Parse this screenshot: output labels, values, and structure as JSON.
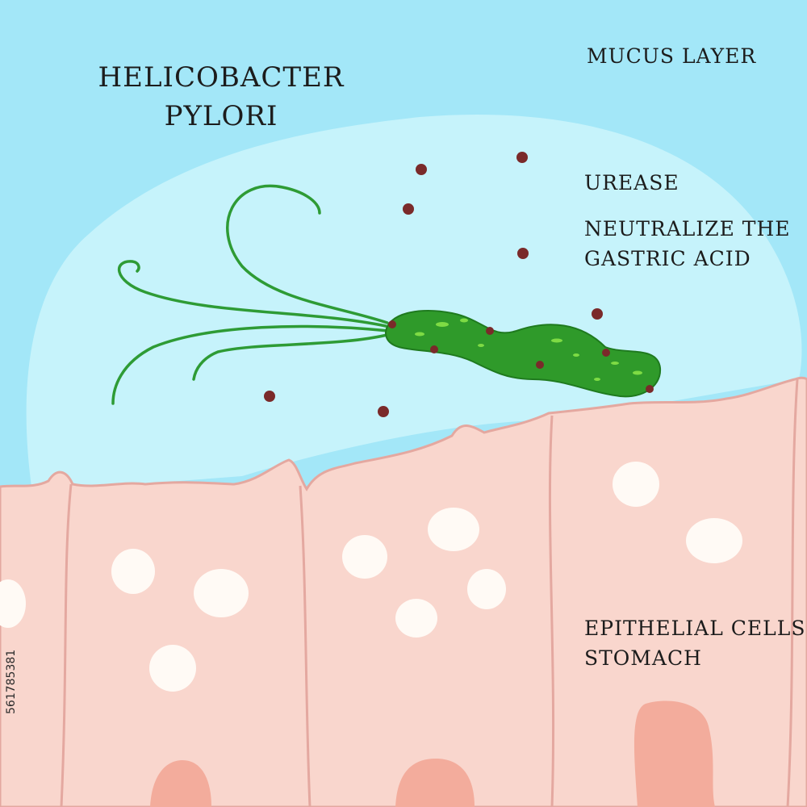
{
  "title": {
    "line1": "HELICOBACTER",
    "line2": "PYLORI"
  },
  "labels": {
    "mucus_layer": "MUCUS LAYER",
    "urease": "UREASE",
    "neutralize_line1": "NEUTRALIZE THE",
    "neutralize_line2": "GASTRIC ACID",
    "epithelial_line1": "EPITHELIAL CELLS",
    "epithelial_line2": "STOMACH"
  },
  "stock_id": "561785381",
  "colors": {
    "background": "#a3e7f8",
    "mucus_blob": "#c6f3fb",
    "tissue": "#f9d6cd",
    "tissue_outline": "#e4a8a0",
    "bacterium": "#2f9a2a",
    "flagella": "#2e9b35",
    "urease_dot": "#7a2a2a",
    "vacuole": "#fffaf5",
    "nucleus": "#f3ac9c"
  },
  "icons": [
    "helicobacter-bacterium-icon",
    "flagella-icon",
    "urease-molecule-icon",
    "epithelial-cell-icon"
  ]
}
